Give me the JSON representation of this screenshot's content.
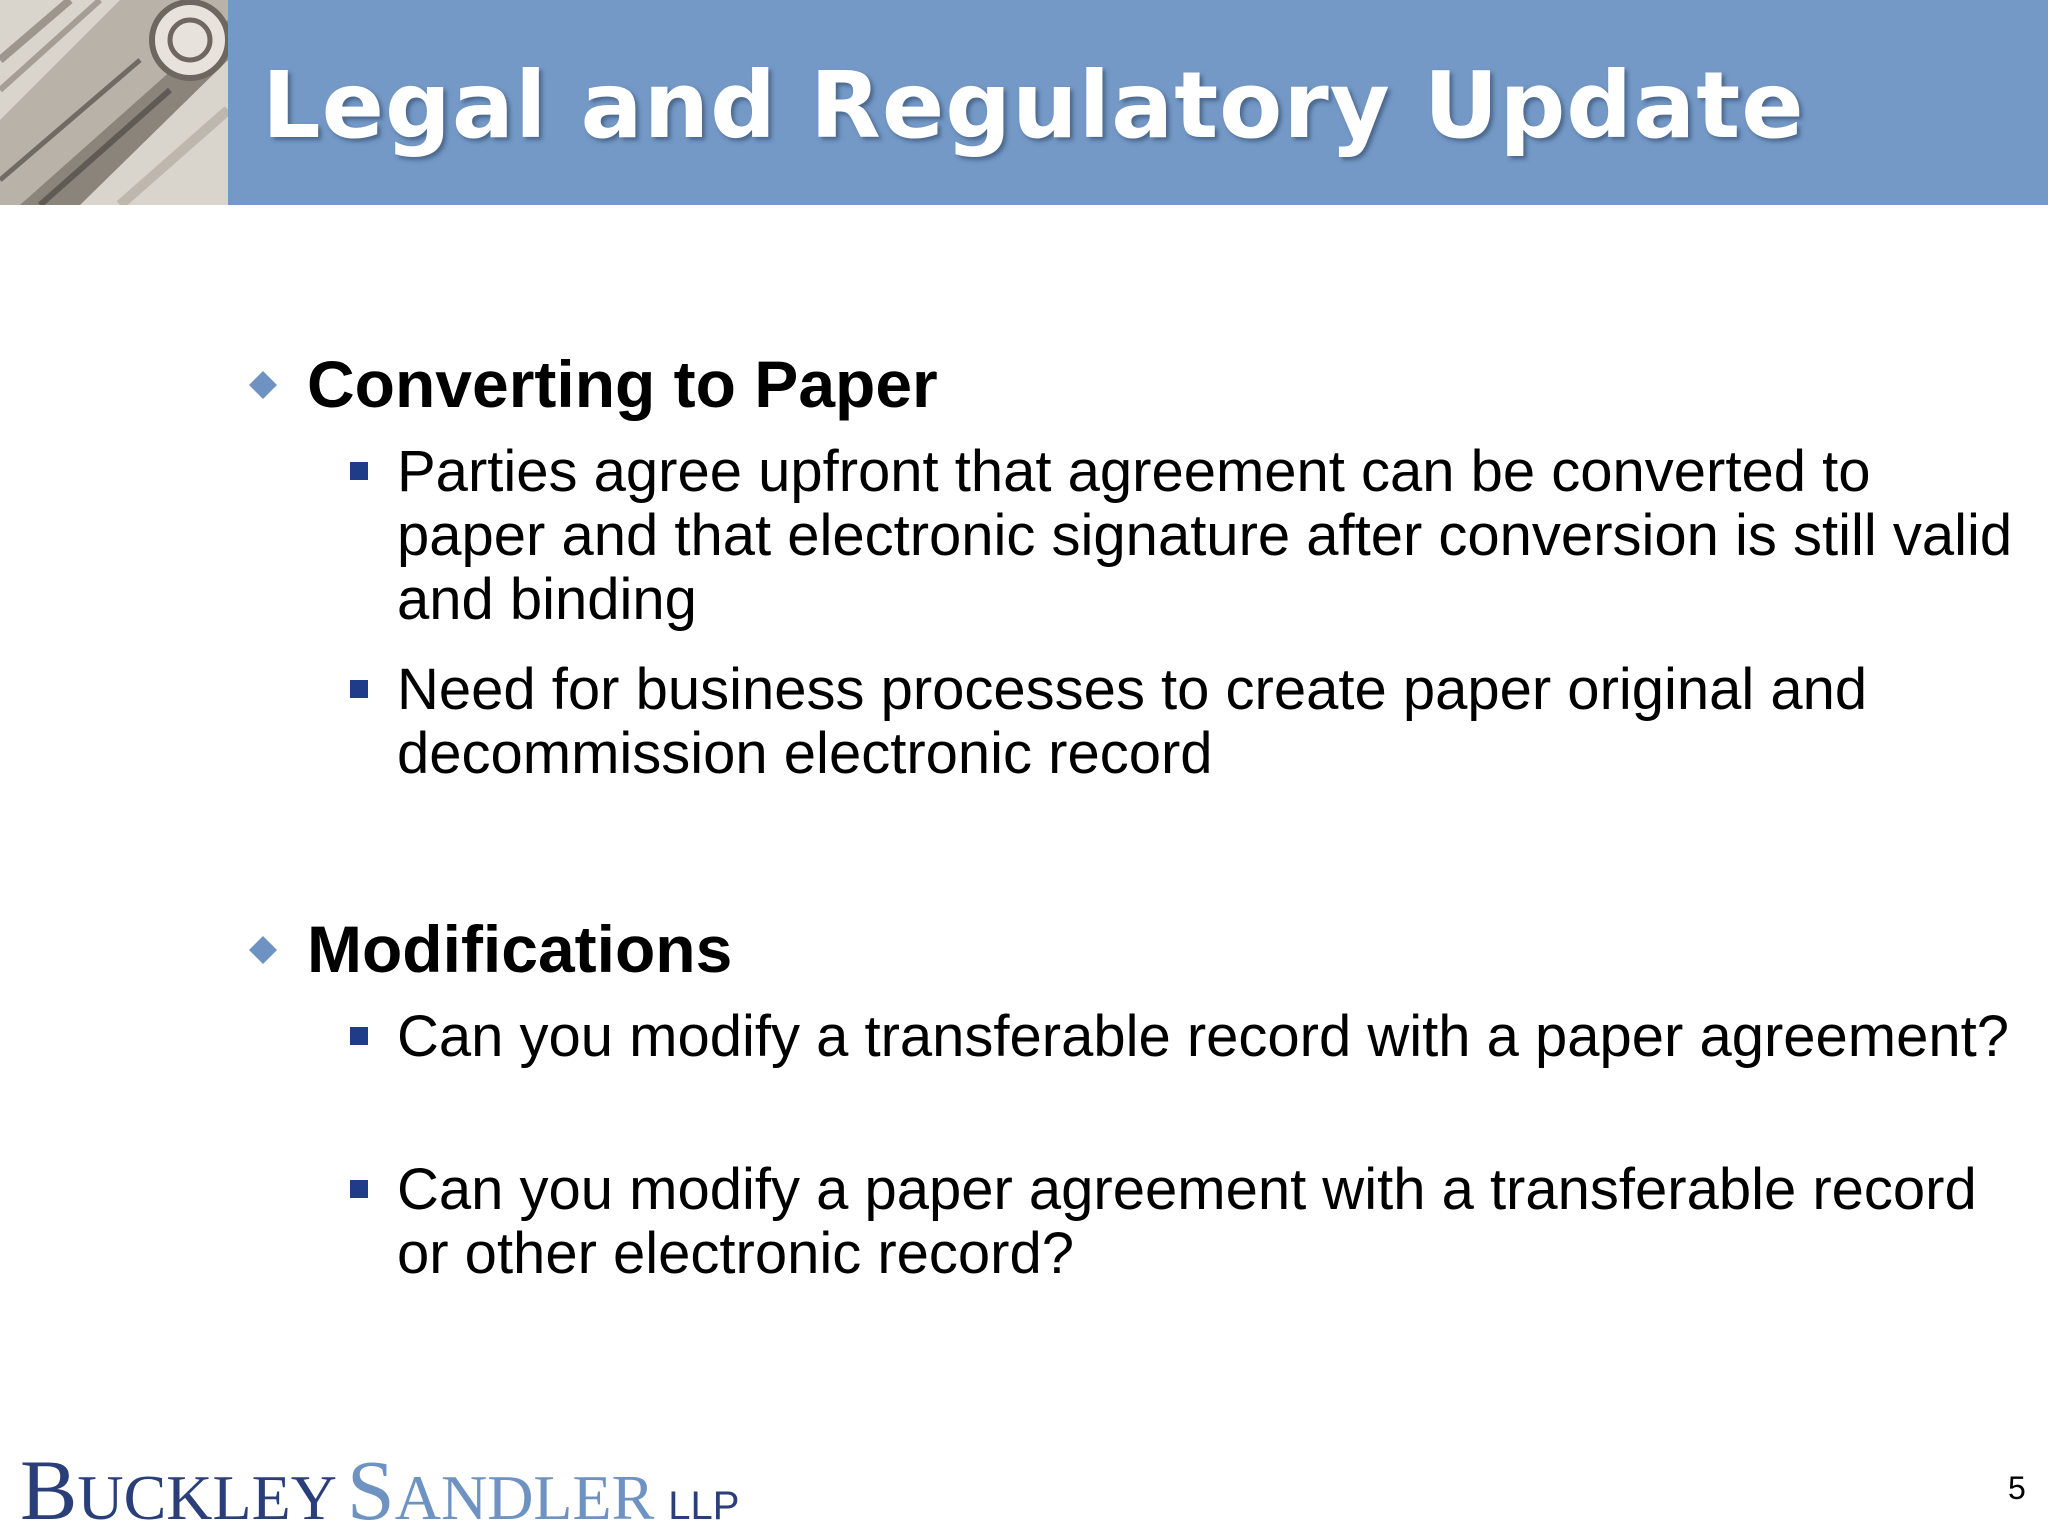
{
  "header": {
    "title": "Legal and Regulatory Update"
  },
  "sections": [
    {
      "heading": "Converting to Paper",
      "items": [
        "Parties agree upfront that agreement can be converted to paper and that electronic signature after conversion is still valid and binding",
        "Need for business processes to create paper original and decommission electronic record"
      ]
    },
    {
      "heading": "Modifications",
      "items": [
        "Can you modify a transferable record with a paper agreement?",
        "Can you modify a paper agreement with a transferable record or other electronic record?"
      ]
    }
  ],
  "footer": {
    "logo": {
      "word1_initial": "B",
      "word1_rest": "UCKLEY",
      "word2_initial": "S",
      "word2_rest": "ANDLER",
      "suffix": "LLP"
    },
    "page_number": "5"
  },
  "colors": {
    "header_band": "#7499c7",
    "level1_bullet": "#6e93c3",
    "level2_bullet": "#1f3c88",
    "logo_dark": "#2a3f7a",
    "logo_light": "#6e93c3"
  }
}
